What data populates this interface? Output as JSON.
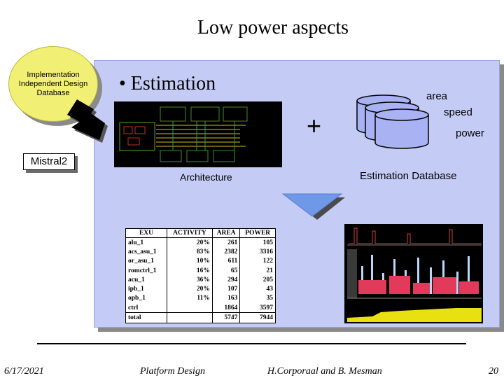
{
  "slide": {
    "title": "Low power aspects",
    "bubble_text": "Implementation Independent Design Database",
    "tool_label": "Mistral2",
    "bullet": "• Estimation",
    "architecture_label": "Architecture",
    "plus": "+",
    "db_labels": {
      "area": "area",
      "speed": "speed",
      "power": "power"
    },
    "estimation_db_label": "Estimation Database"
  },
  "table": {
    "headers": [
      "EXU",
      "ACTIVITY",
      "AREA",
      "POWER"
    ],
    "rows": [
      [
        "alu_1",
        "20%",
        "261",
        "105"
      ],
      [
        "acs_asu_1",
        "83%",
        "2382",
        "3316"
      ],
      [
        "or_asu_1",
        "10%",
        "611",
        "122"
      ],
      [
        "romctrl_1",
        "16%",
        "65",
        "21"
      ],
      [
        "acu_1",
        "36%",
        "294",
        "205"
      ],
      [
        "ipb_1",
        "20%",
        "107",
        "43"
      ],
      [
        "opb_1",
        "11%",
        "163",
        "35"
      ],
      [
        "ctrl",
        "",
        "1864",
        "3597"
      ],
      [
        "total",
        "",
        "5747",
        "7944"
      ]
    ]
  },
  "footer": {
    "date": "6/17/2021",
    "course": "Platform Design",
    "authors": "H.Corporaal and B. Mesman",
    "page": "20"
  },
  "colors": {
    "panel": "#c4ccf6",
    "bubble": "#f2f074",
    "arrow": "#6f98e8",
    "database": "#a9b2f2"
  }
}
